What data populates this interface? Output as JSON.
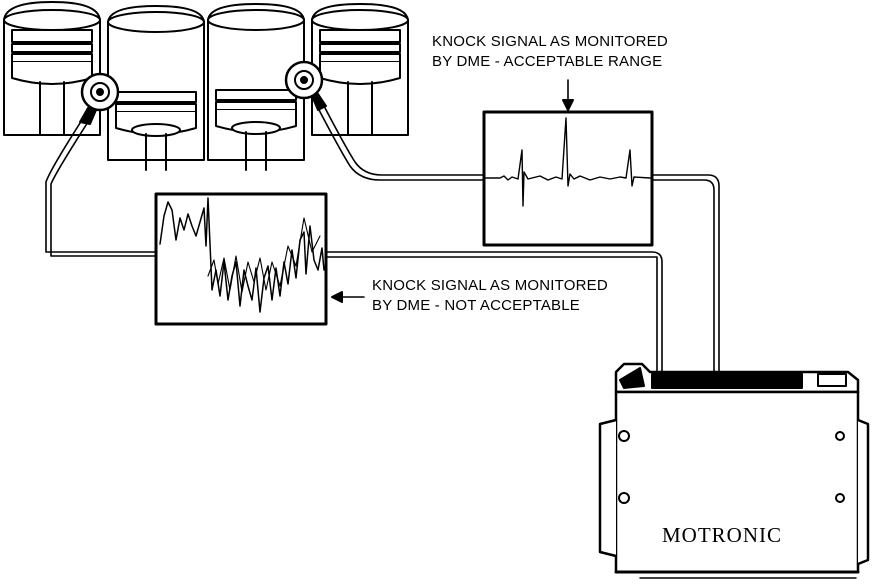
{
  "labels": {
    "acceptable_line1": "KNOCK SIGNAL AS MONITORED",
    "acceptable_line2": "BY DME - ACCEPTABLE RANGE",
    "not_acceptable_line1": "KNOCK SIGNAL AS MONITORED",
    "not_acceptable_line2": "BY DME - NOT ACCEPTABLE"
  },
  "ecu": {
    "brand": "MOTRONIC"
  },
  "colors": {
    "ink": "#000000",
    "paper": "#ffffff"
  }
}
